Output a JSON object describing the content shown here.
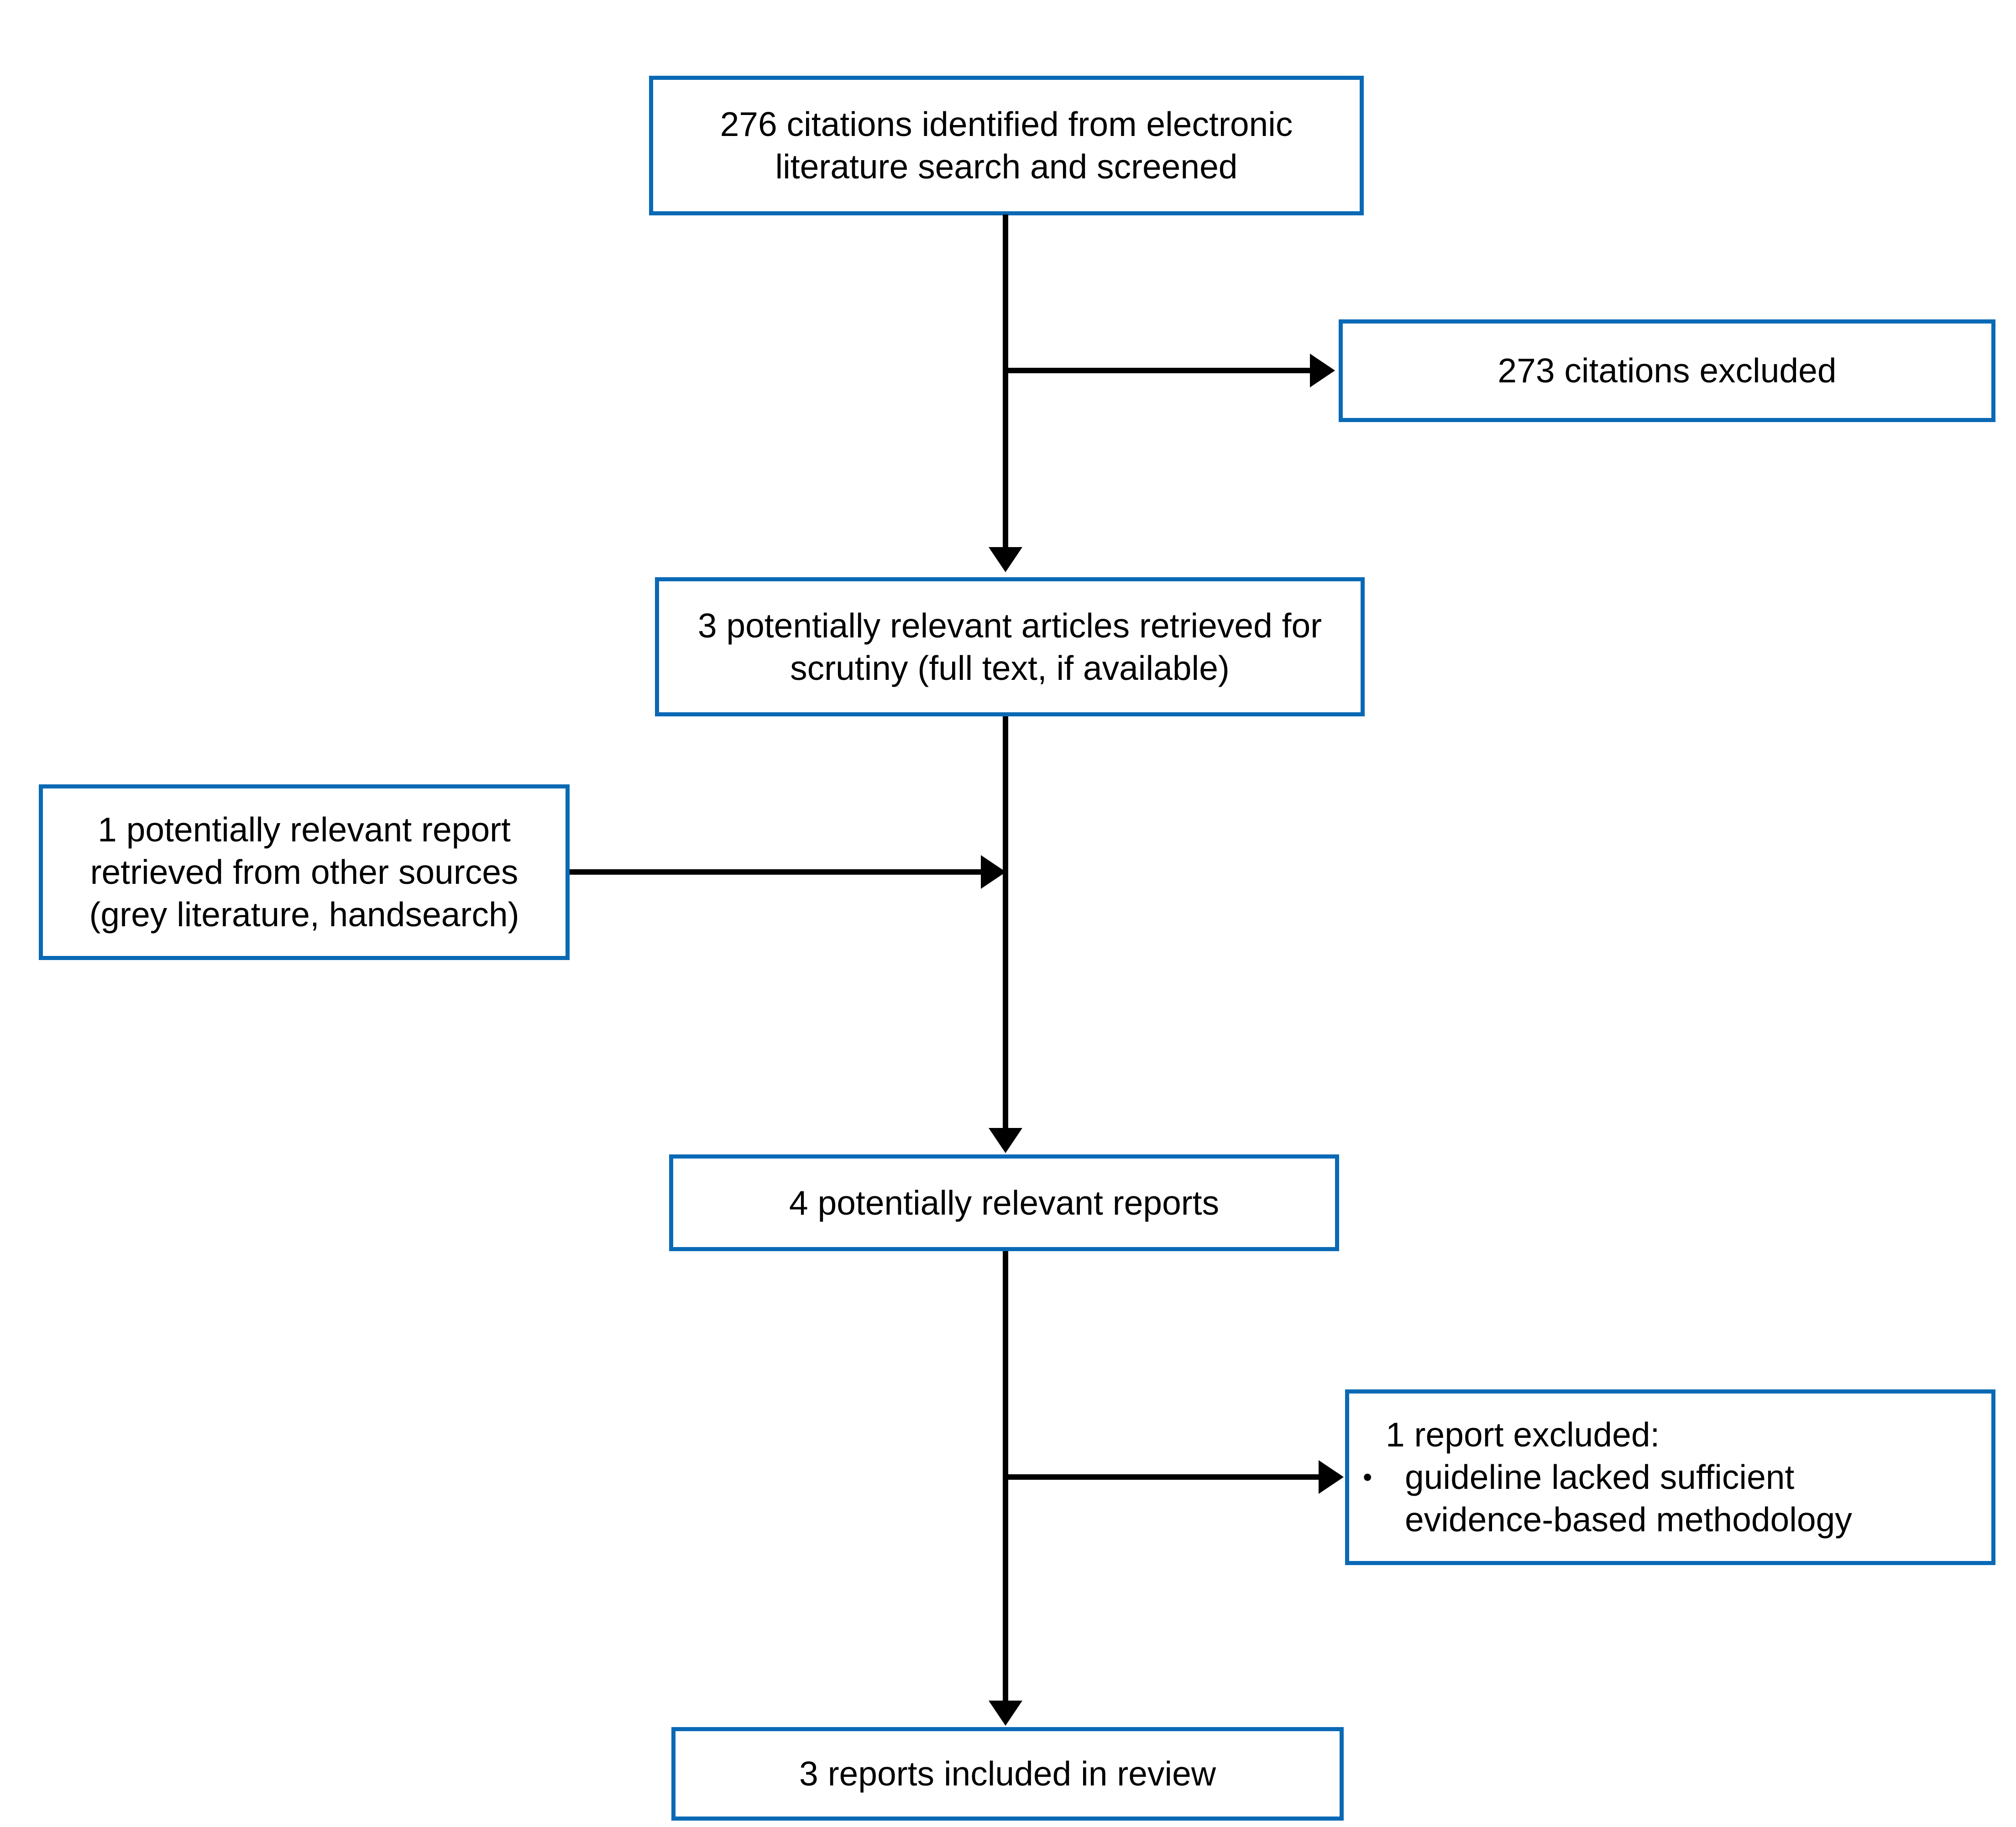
{
  "diagram": {
    "type": "prisma-flow",
    "colors": {
      "box_border": "#0a69b5",
      "arrow": "#000000",
      "text": "#000000",
      "background": "#ffffff"
    },
    "boxes": {
      "identified": {
        "text": "276 citations identified from electronic\nliterature search and screened"
      },
      "excluded_citations": {
        "text": "273 citations excluded"
      },
      "retrieved": {
        "text": "3 potentially relevant articles retrieved for\nscrutiny (full text, if available)"
      },
      "other_sources": {
        "text": "1 potentially relevant report\nretrieved from other sources\n(grey literature, handsearch)"
      },
      "combined": {
        "text": "4 potentially relevant reports"
      },
      "excluded_report": {
        "heading": "1 report excluded:",
        "bullet_marker": "•",
        "bullet_items": [
          "guideline lacked sufficient\nevidence-based methodology"
        ]
      },
      "included": {
        "text": "3 reports included in review"
      }
    },
    "edges": [
      {
        "from": "identified",
        "to": "retrieved"
      },
      {
        "from": "identified",
        "to": "excluded_citations"
      },
      {
        "from": "retrieved",
        "to": "combined"
      },
      {
        "from": "other_sources",
        "to": "combined"
      },
      {
        "from": "combined",
        "to": "excluded_report"
      },
      {
        "from": "combined",
        "to": "included"
      }
    ]
  }
}
